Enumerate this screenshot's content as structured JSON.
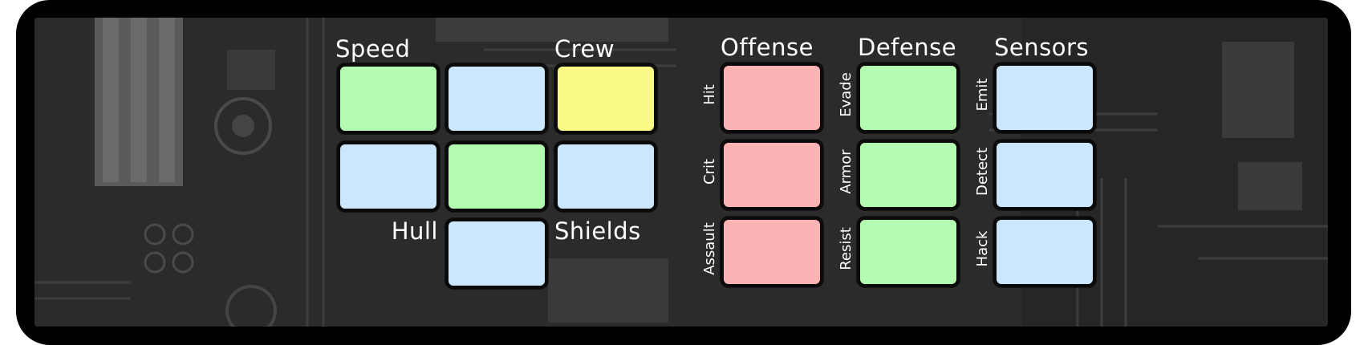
{
  "colors": {
    "green": "#b3fbb1",
    "blue": "#cce6fc",
    "yellow": "#f9fb86",
    "red": "#fdb2b4"
  },
  "headers": {
    "speed": "Speed",
    "crew": "Crew",
    "hull": "Hull",
    "shields": "Shields",
    "offense": "Offense",
    "defense": "Defense",
    "sensors": "Sensors"
  },
  "offense_labels": [
    "Hit",
    "Crit",
    "Assault"
  ],
  "defense_labels": [
    "Evade",
    "Armor",
    "Resist"
  ],
  "sensors_labels": [
    "Emit",
    "Detect",
    "Hack"
  ]
}
